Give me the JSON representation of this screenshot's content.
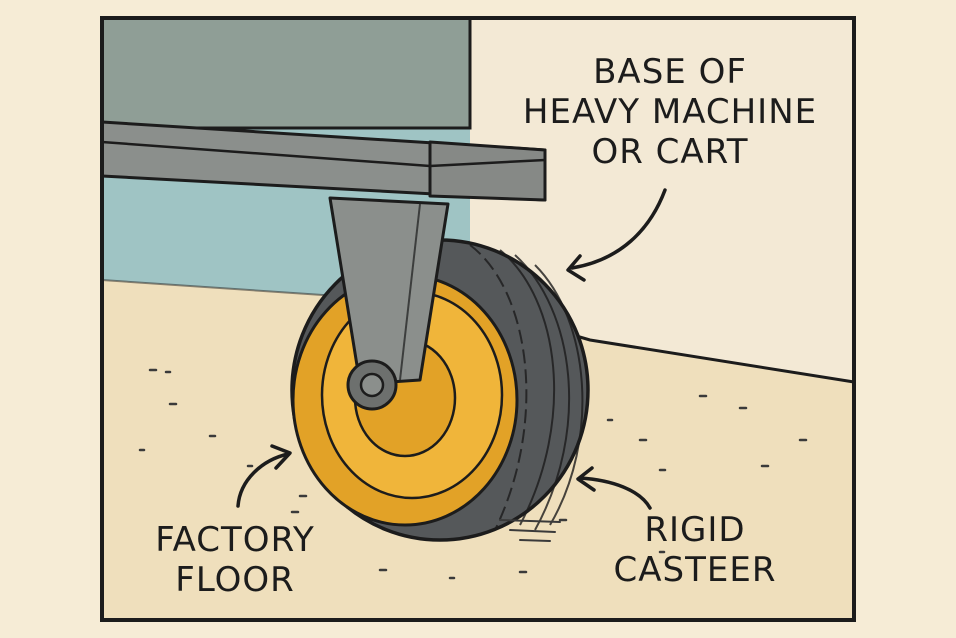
{
  "labels": {
    "base": [
      "BASE OF",
      "HEAVY MACHINE",
      "OR CART"
    ],
    "floor": [
      "FACTORY",
      "FLOOR"
    ],
    "caster": [
      "RIGID",
      "CASTEER"
    ]
  },
  "colors": {
    "outline": "#1c1c1c",
    "machine_body": "#8f9e96",
    "machine_frame": "#8b8f8c",
    "wall_blue": "#9fc4c4",
    "wall_cream": "#f3e9d5",
    "floor": "#efdfbc",
    "tire": "#55585a",
    "hub_yellow": "#e2a227",
    "hub_light": "#f0b53a",
    "bolt": "#6d706e"
  }
}
